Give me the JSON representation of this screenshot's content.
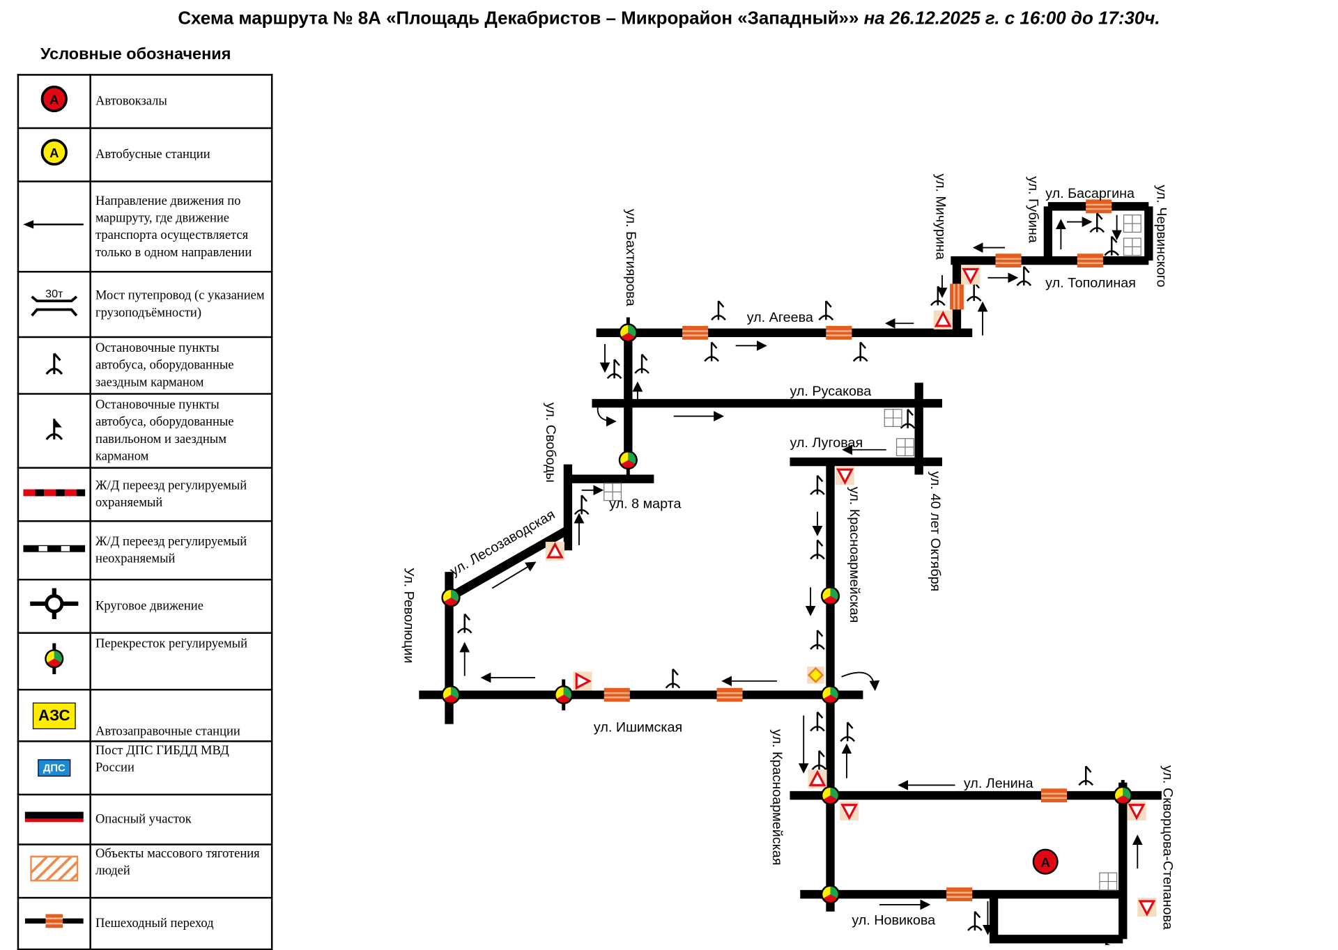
{
  "title": {
    "main": "Схема маршрута № 8А «Площадь Декабристов – Микрорайон «Западный»»",
    "date": "на 26.12.2025 г. с 16:00 до 17:30ч."
  },
  "legend": {
    "title": "Условные обозначения",
    "items": [
      {
        "icon": "bus-terminal-icon",
        "label": "Автовокзалы"
      },
      {
        "icon": "bus-station-icon",
        "label": "Автобусные станции"
      },
      {
        "icon": "one-way-arrow-icon",
        "label": "Направление движения по маршруту, где движение транспорта осуществляется только в одном направлении"
      },
      {
        "icon": "bridge-icon",
        "label": "Мост путепровод (с указанием грузоподъёмности)",
        "bridge_text": "30т"
      },
      {
        "icon": "bus-stop-pocket-icon",
        "label": "Остановочные пункты автобуса, оборудованные заездным карманом"
      },
      {
        "icon": "bus-stop-pavilion-icon",
        "label": "Остановочные пункты автобуса, оборудованные павильоном и заездным карманом"
      },
      {
        "icon": "rail-crossing-guarded-icon",
        "label": "Ж/Д переезд регулируемый охраняемый"
      },
      {
        "icon": "rail-crossing-unguarded-icon",
        "label": "Ж/Д переезд регулируемый неохраняемый"
      },
      {
        "icon": "roundabout-icon",
        "label": "Круговое движение"
      },
      {
        "icon": "traffic-light-icon",
        "label": "Перекресток регулируемый"
      },
      {
        "icon": "gas-station-icon",
        "label": "Автозаправочные станции",
        "badge": "АЗС"
      },
      {
        "icon": "police-post-icon",
        "label": "Пост ДПС ГИБДД МВД России",
        "badge": "ДПС"
      },
      {
        "icon": "dangerous-section-icon",
        "label": "Опасный участок"
      },
      {
        "icon": "crowd-objects-icon",
        "label": "Объекты массового тяготения людей"
      },
      {
        "icon": "crosswalk-icon",
        "label": "Пешеходный переход"
      }
    ]
  },
  "map": {
    "bus_terminal_letter": "А",
    "streets": {
      "ageeva": "ул. Агеева",
      "bakhtiyarova": "ул. Бахтиярова",
      "michurina": "ул. Мичурина",
      "gubina": "ул. Губина",
      "basargina": "ул. Басаргина",
      "chervinskogo": "ул. Червинского",
      "topolinaya": "ул. Тополиная",
      "rusakova": "ул. Русакова",
      "lugovaya": "ул. Луговая",
      "svobody": "ул. Свободы",
      "march8": "ул. 8 марта",
      "lesozavodskaya": "ул. Лесозаводская",
      "revolyutsii": "Ул. Революции",
      "krasnoarmeyskaya1": "ул. Красноармейская",
      "oktyabrya40": "ул. 40 лет Октября",
      "ishimskaya": "ул. Ишимская",
      "krasnoarmeyskaya2": "ул. Красноармейская",
      "lenina": "ул. Ленина",
      "skvortsova": "ул. Скворцова-Степанова",
      "novikova": "ул. Новикова"
    }
  }
}
